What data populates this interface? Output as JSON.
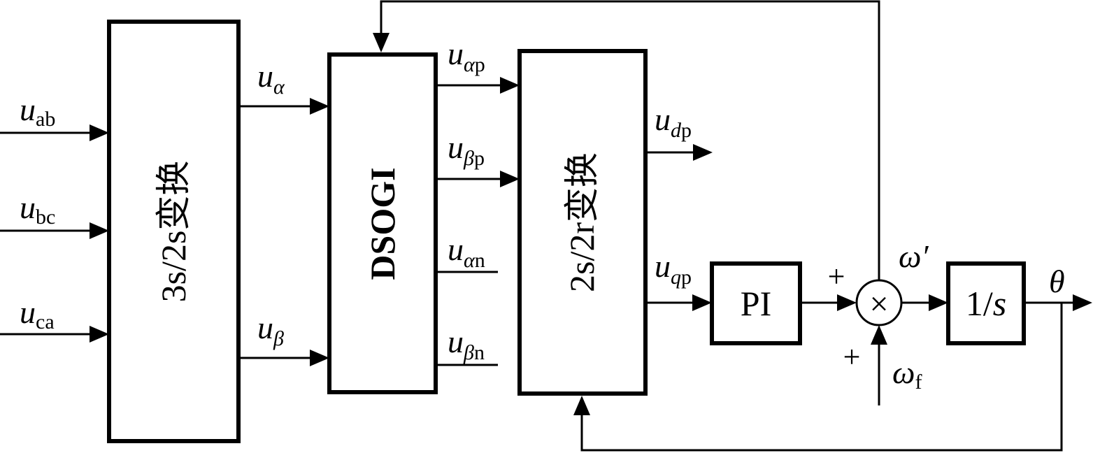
{
  "blocks": {
    "transform_3s2s": "3s/2s变换",
    "dsogi": "DSOGI",
    "transform_2s2r": "2s/2r变换",
    "pi": "PI",
    "integrator_prefix": "1/",
    "integrator_var": "s",
    "mixer_symbol": "×"
  },
  "inputs": {
    "u_ab": {
      "main": "u",
      "sub": "ab"
    },
    "u_bc": {
      "main": "u",
      "sub": "bc"
    },
    "u_ca": {
      "main": "u",
      "sub": "ca"
    }
  },
  "signals": {
    "u_alpha": {
      "main": "u",
      "sub": "α"
    },
    "u_beta": {
      "main": "u",
      "sub": "β"
    },
    "u_alpha_p": {
      "main": "u",
      "sub_i": "α",
      "sub": "p"
    },
    "u_beta_p": {
      "main": "u",
      "sub_i": "β",
      "sub": "p"
    },
    "u_alpha_n": {
      "main": "u",
      "sub_i": "α",
      "sub": "n"
    },
    "u_beta_n": {
      "main": "u",
      "sub_i": "β",
      "sub": "n"
    },
    "u_dp": {
      "main": "u",
      "sub_i": "d",
      "sub": "p"
    },
    "u_qp": {
      "main": "u",
      "sub_i": "q",
      "sub": "p"
    },
    "omega_prime": "ω′",
    "omega_f": {
      "main": "ω",
      "sub": "f"
    },
    "theta": "θ",
    "plus_top": "+",
    "plus_bottom": "+"
  }
}
